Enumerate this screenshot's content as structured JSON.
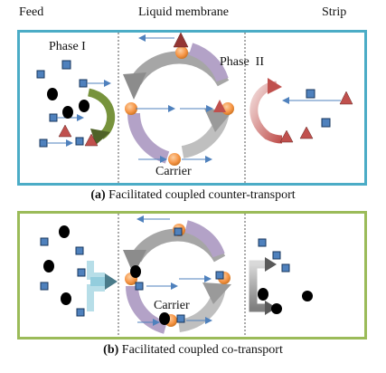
{
  "headers": {
    "feed": "Feed",
    "membrane": "Liquid membrane",
    "strip": "Strip"
  },
  "panel_a": {
    "phase1": "Phase I",
    "phase2": "Phase  II",
    "carrier": "Carrier",
    "caption_letter": "(a)",
    "caption_text": " Facilitated coupled counter-transport"
  },
  "panel_b": {
    "carrier": "Carrier",
    "caption_letter": "(b)",
    "caption_text": " Facilitated coupled co-transport"
  },
  "colors": {
    "panel_a_border": "#4bacc6",
    "panel_b_border": "#9bbb59",
    "square": "#4f81bd",
    "triangle": "#c0504d",
    "carrier_ball": "#f79646",
    "arc_grey": "#a6a6a6",
    "arc_purple": "#b3a2c7",
    "arrow_green": "#77933c",
    "arrow_pink": "#d99694",
    "arrow_line": "#4f81bd"
  }
}
